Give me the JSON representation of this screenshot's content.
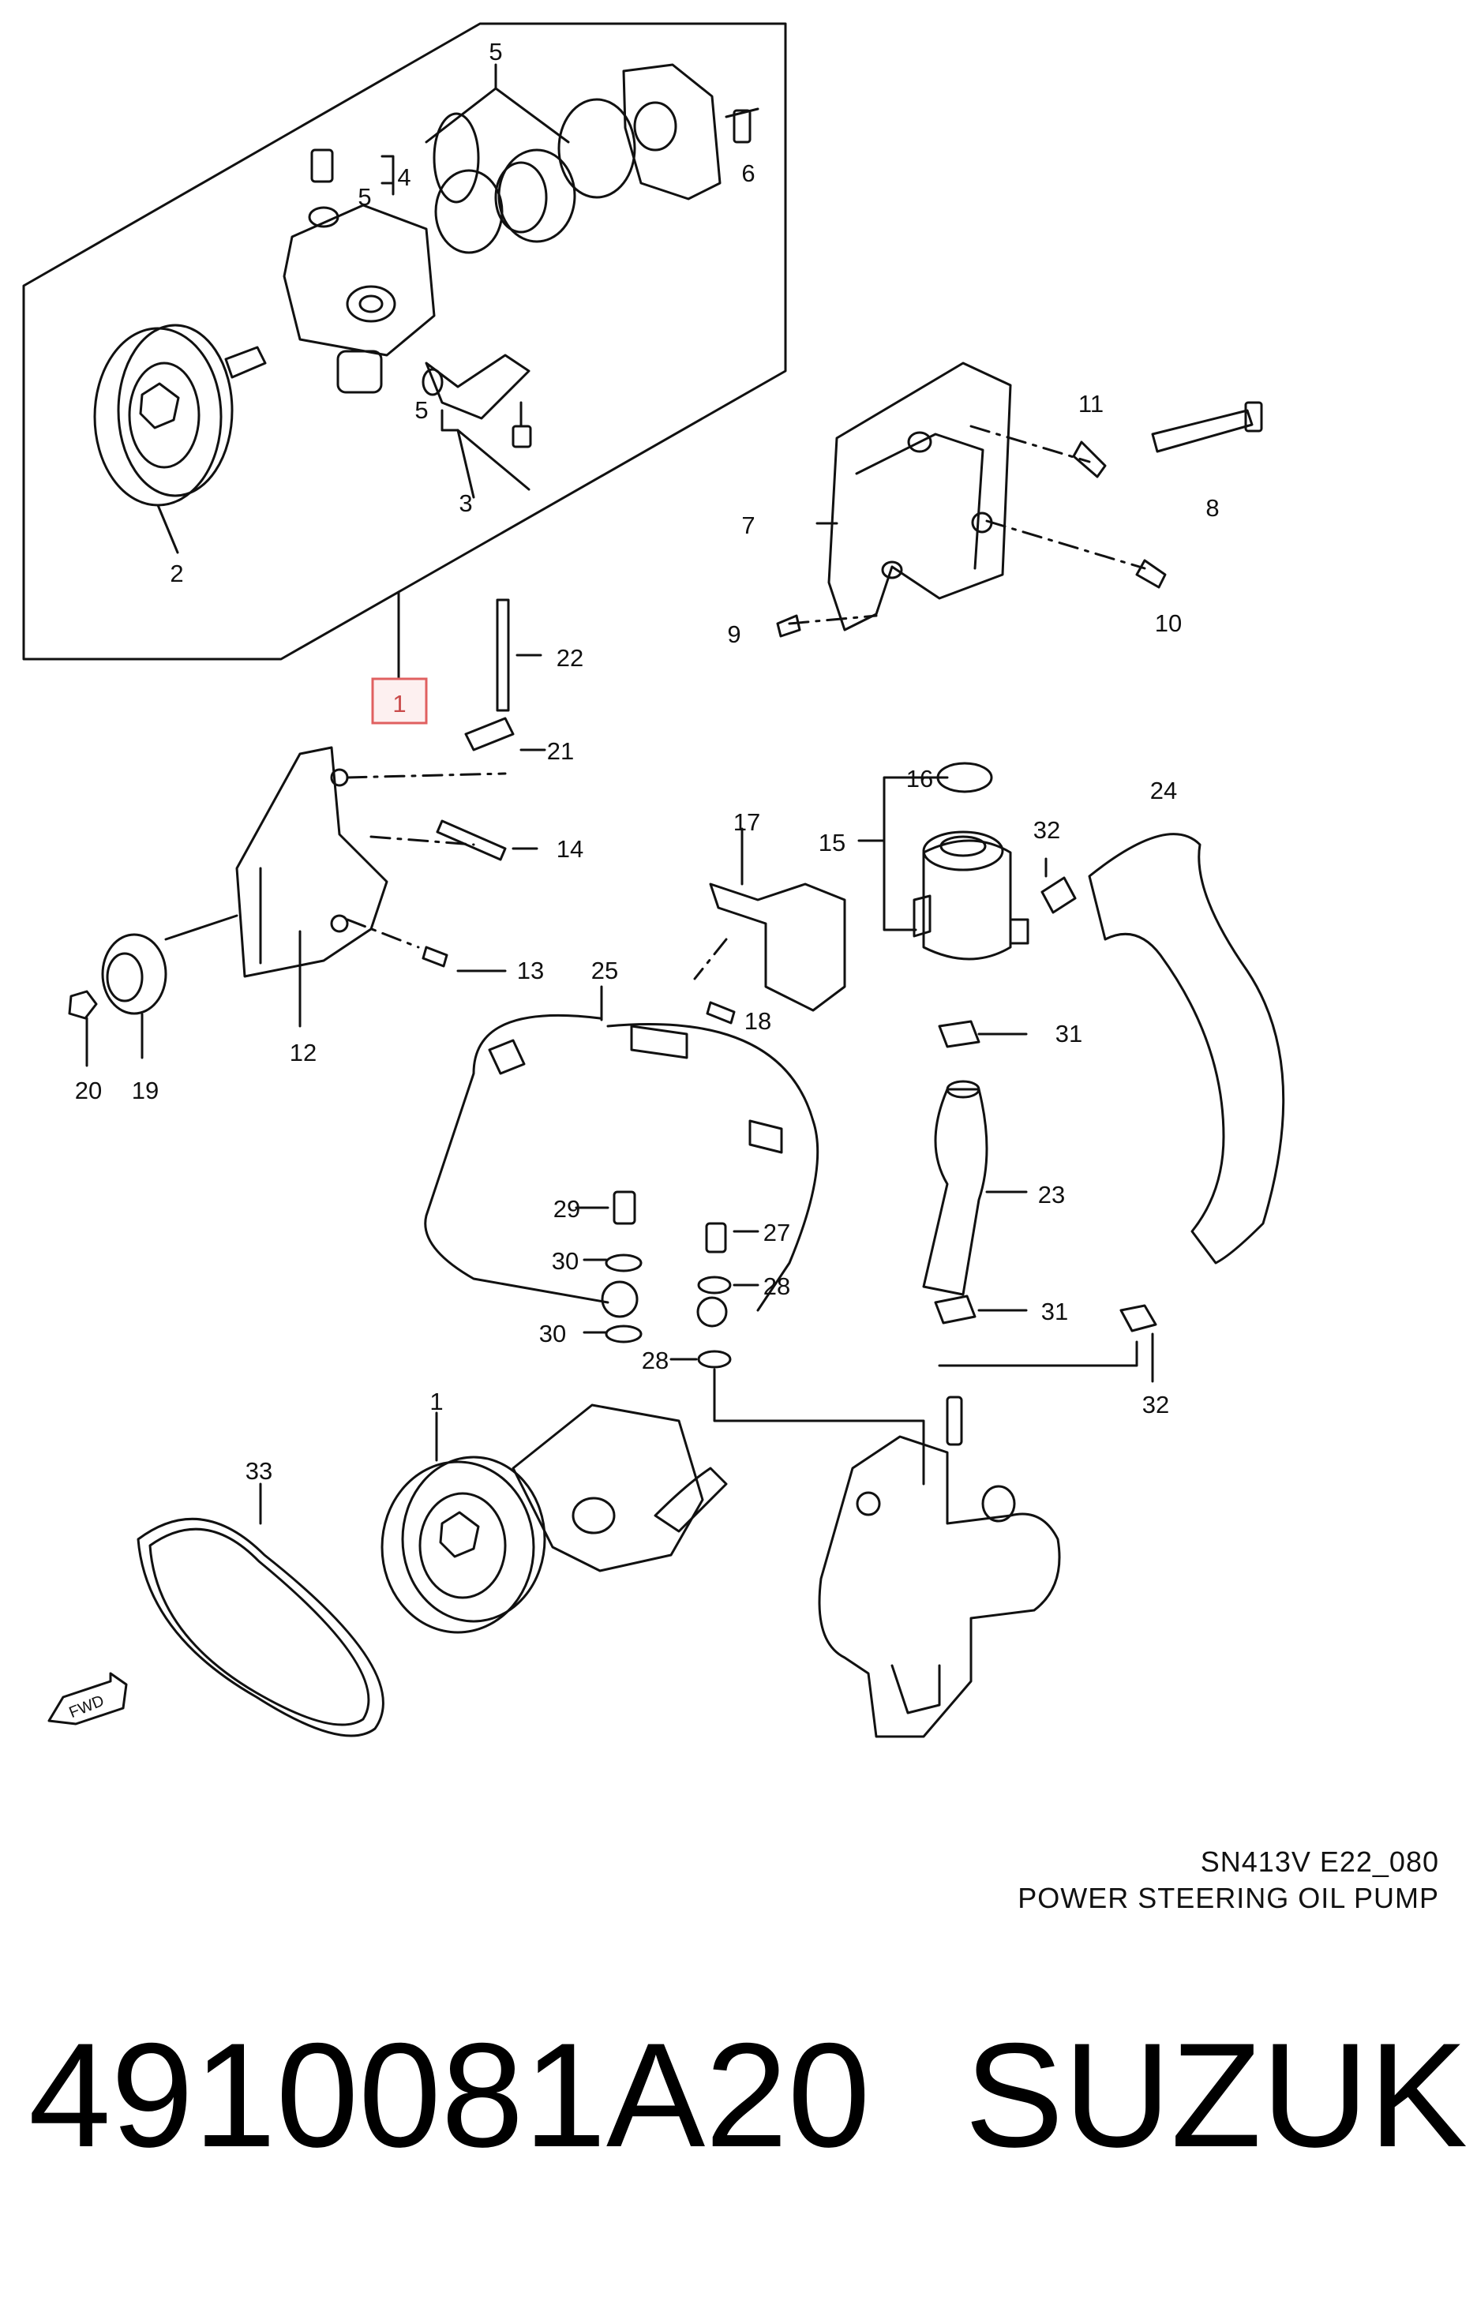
{
  "diagram": {
    "code": "SN413V E22_080",
    "title": "POWER STEERING OIL PUMP",
    "highlighted_callout": "1",
    "direction_marker": "FWD",
    "callouts": [
      "1",
      "2",
      "3",
      "4",
      "5",
      "5",
      "5",
      "6",
      "7",
      "8",
      "9",
      "10",
      "11",
      "12",
      "13",
      "14",
      "15",
      "16",
      "17",
      "18",
      "19",
      "20",
      "21",
      "22",
      "23",
      "24",
      "25",
      "27",
      "28",
      "28",
      "29",
      "30",
      "30",
      "31",
      "31",
      "32",
      "32",
      "33",
      "1"
    ]
  },
  "footer": {
    "part_number": "4910081A20",
    "brand": "SUZUKI"
  }
}
